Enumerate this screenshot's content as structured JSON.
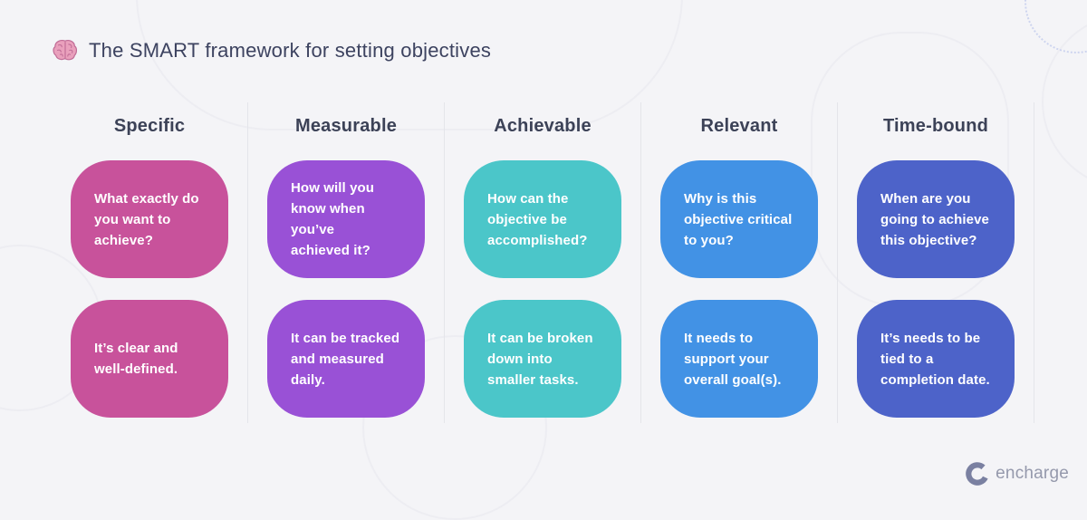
{
  "header": {
    "icon": "brain-icon",
    "title": "The SMART framework for setting objectives"
  },
  "columns": [
    {
      "label": "Specific",
      "color": "#C8529B",
      "cards": [
        "What exactly do\nyou want to\nachieve?",
        "It’s clear and\nwell-defined."
      ]
    },
    {
      "label": "Measurable",
      "color": "#9951D6",
      "cards": [
        "How will you\nknow when you’ve\nachieved it?",
        "It can be tracked\nand measured\ndaily."
      ]
    },
    {
      "label": "Achievable",
      "color": "#4BC6C9",
      "cards": [
        "How can the\nobjective be\naccomplished?",
        "It can be broken\ndown into\nsmaller tasks."
      ]
    },
    {
      "label": "Relevant",
      "color": "#4292E5",
      "cards": [
        "Why is this\nobjective critical\nto you?",
        "It needs to\nsupport your\noverall goal(s)."
      ]
    },
    {
      "label": "Time-bound",
      "color": "#4D63C9",
      "cards": [
        "When are you\ngoing to achieve\nthis objective?",
        "It’s needs to be\ntied to a\ncompletion date."
      ]
    }
  ],
  "footer": {
    "logo_text": "encharge"
  },
  "colors": {
    "background": "#F4F4F7",
    "heading": "#3C4257",
    "divider": "#E4E5EA",
    "card_text": "#FFFFFF",
    "logo_mark": "#7A80A1",
    "logo_text": "#9599AC"
  }
}
